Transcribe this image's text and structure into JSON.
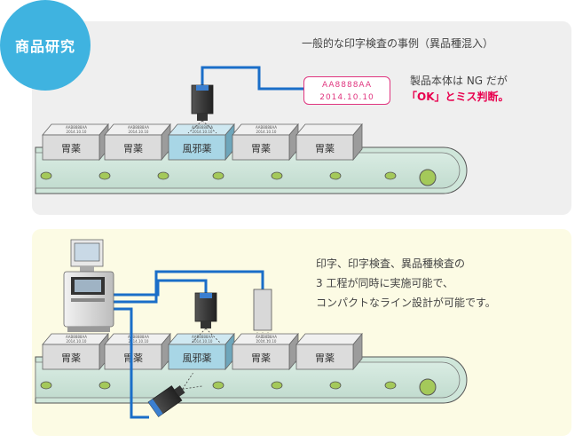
{
  "badge": {
    "label": "商品研究"
  },
  "top": {
    "caption": "一般的な印字検査の事例（異品種混入）",
    "stamp_line1": "AA8888AA",
    "stamp_line2": "2014.10.10",
    "note_line1": "製品本体は NG だが",
    "note_line2": "「OK」とミス判断。"
  },
  "bottom": {
    "note_line1": "印字、印字検査、異品種検査の",
    "note_line2": "3 工程が同時に実施可能で、",
    "note_line3": "コンパクトなライン設計が可能です。"
  },
  "boxes": {
    "normal": "胃薬",
    "odd": "風邪薬",
    "print_line1": "AAB8888AA",
    "print_line2": "2014.10.10"
  },
  "colors": {
    "badge": "#3fb3e0",
    "cable": "#1a6ec8",
    "alert": "#e8004e",
    "box_normal": "#dcdcdc",
    "box_odd": "#a8d6e6"
  }
}
